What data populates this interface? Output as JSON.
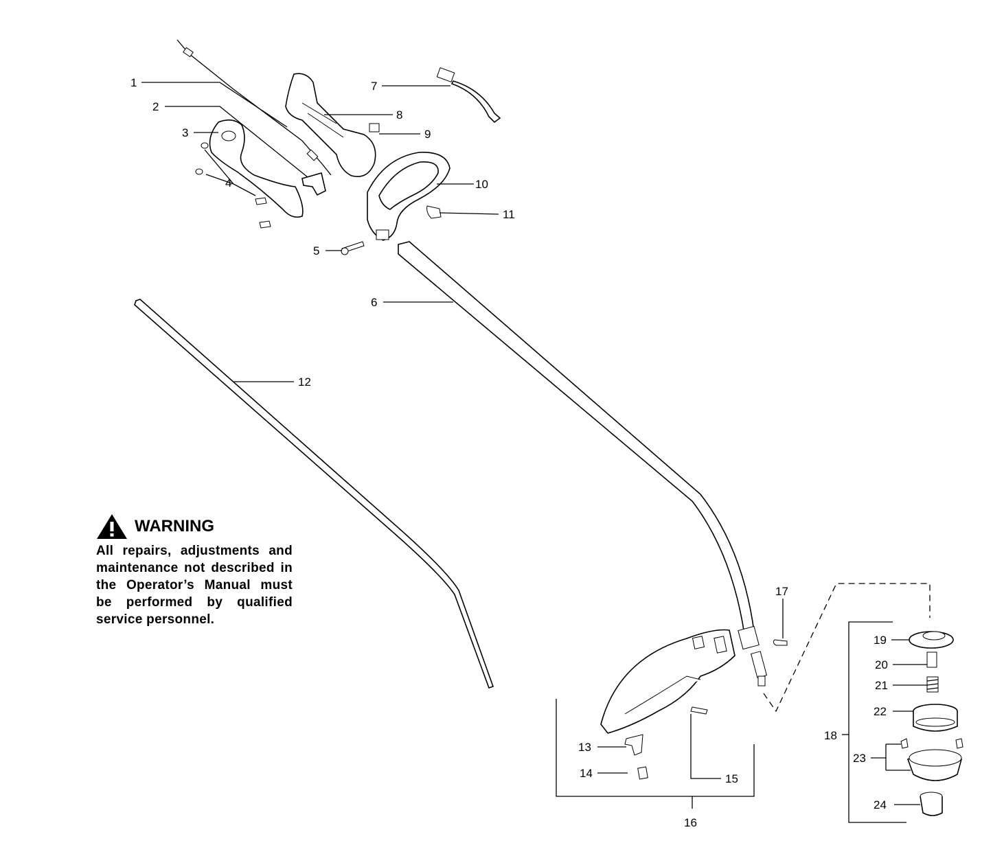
{
  "callouts": {
    "c1": "1",
    "c2": "2",
    "c3": "3",
    "c4": "4",
    "c5": "5",
    "c6": "6",
    "c7": "7",
    "c8": "8",
    "c9": "9",
    "c10": "10",
    "c11": "11",
    "c12": "12",
    "c13": "13",
    "c14": "14",
    "c15": "15",
    "c16": "16",
    "c17": "17",
    "c18": "18",
    "c19": "19",
    "c20": "20",
    "c21": "21",
    "c22": "22",
    "c23": "23",
    "c24": "24"
  },
  "warning": {
    "title": "WARNING",
    "text": "All repairs, adjustments and maintenance not described in the Operator’s Manual must be performed by qualified service personnel.",
    "icon": "warning-triangle-icon"
  }
}
